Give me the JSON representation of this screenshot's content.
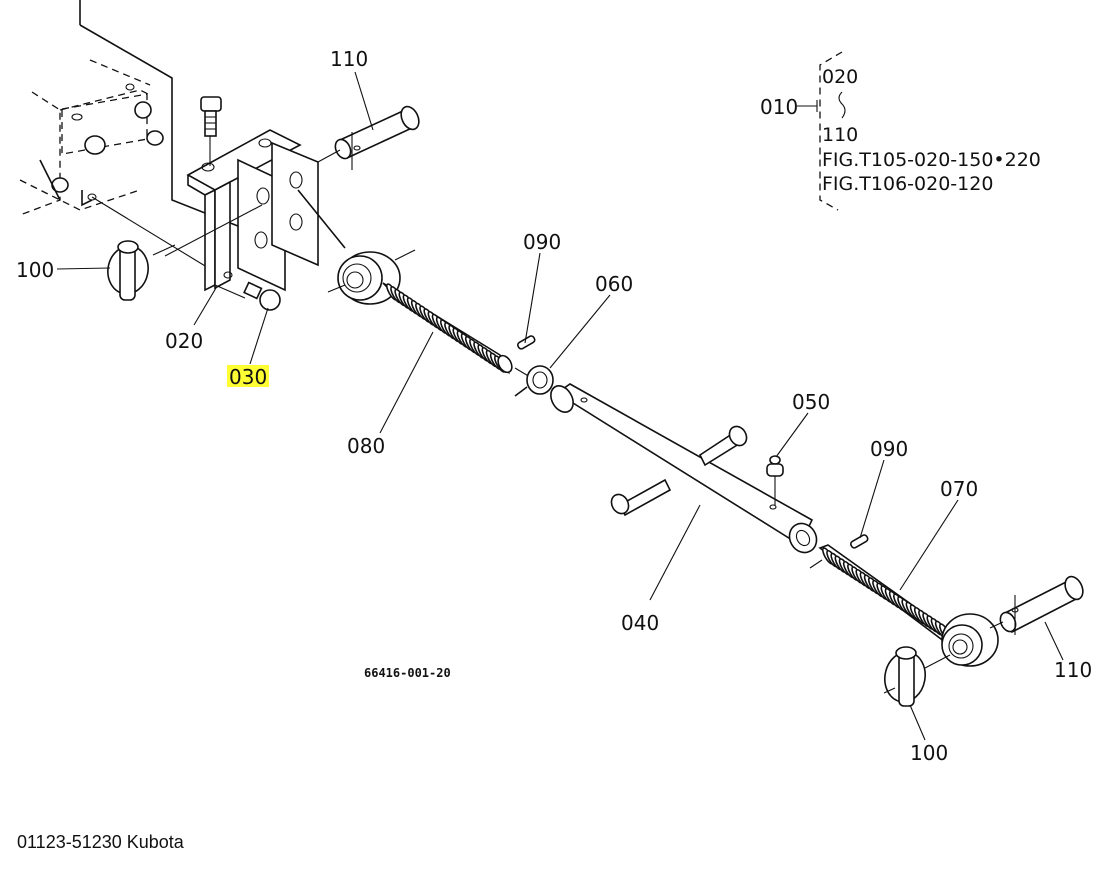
{
  "diagram": {
    "title": "Kubota top link assembly parts diagram",
    "highlight_color": "#ffff33",
    "callouts": {
      "c010": "010",
      "c020": "020",
      "c030": "030",
      "c040": "040",
      "c050": "050",
      "c060": "060",
      "c070": "070",
      "c080": "080",
      "c090a": "090",
      "c090b": "090",
      "c100a": "100",
      "c100b": "100",
      "c110a": "110",
      "c110b": "110"
    },
    "assembly_note": {
      "from": "020",
      "to": "110",
      "ref1": "FIG.T105-020-150•220",
      "ref2": "FIG.T106-020-120"
    },
    "highlighted_part": "030",
    "drawing_number": "66416-001-20"
  },
  "caption": "01123-51230 Kubota"
}
